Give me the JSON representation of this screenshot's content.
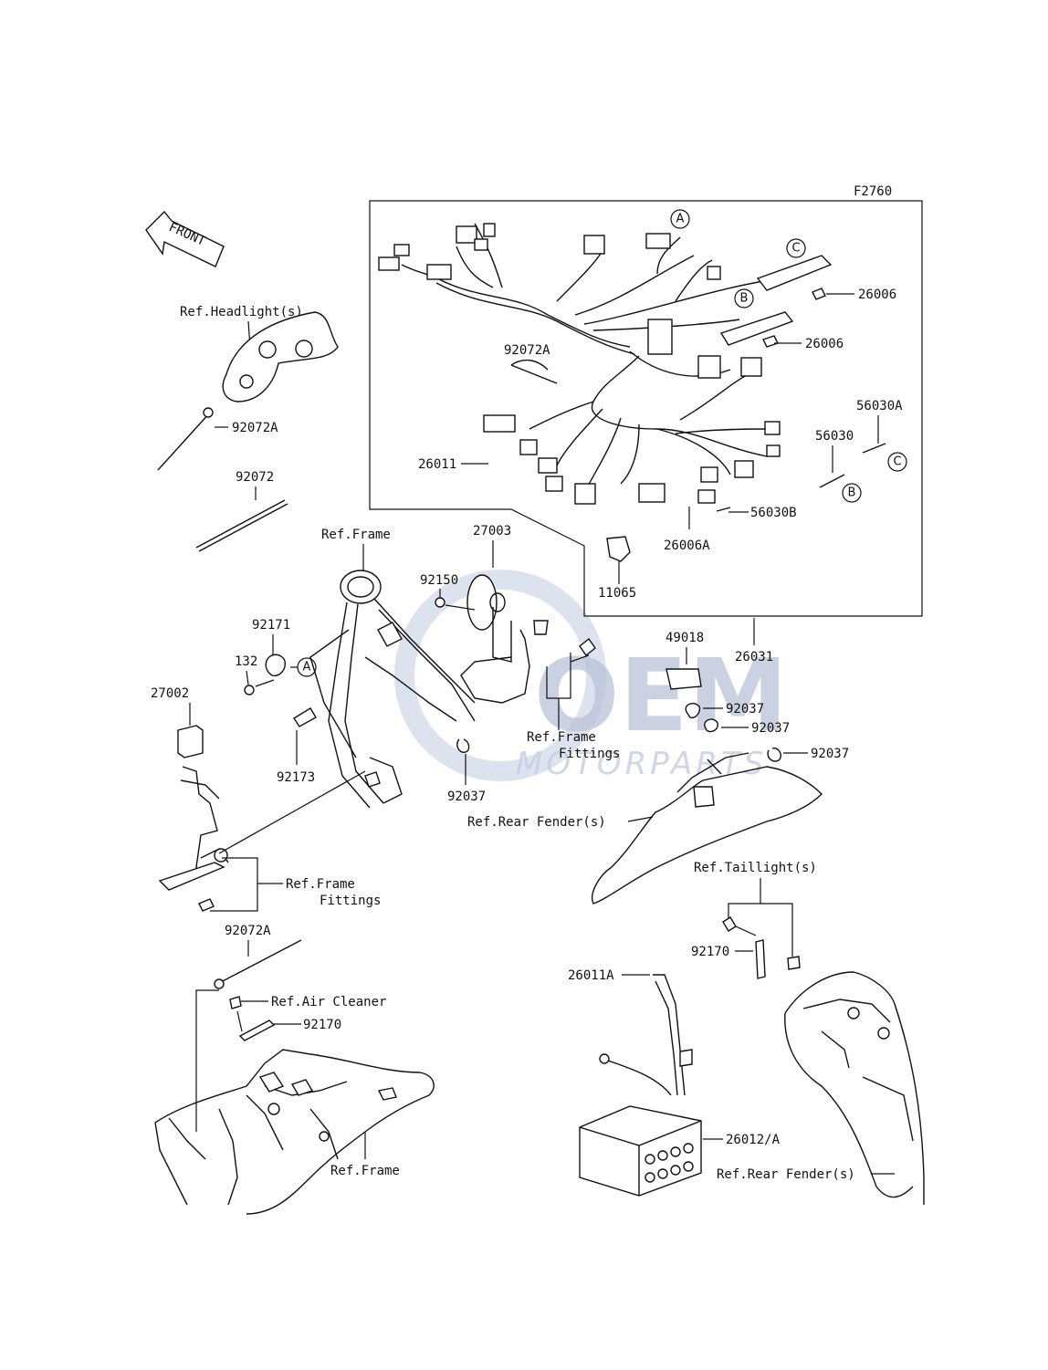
{
  "figure_code": "F2760",
  "front_arrow_label": "FRONT",
  "watermark": {
    "brand": "OEM",
    "sub": "MOTORPARTS"
  },
  "callout_letters": {
    "a": "A",
    "b": "B",
    "c": "C"
  },
  "parts": {
    "p26006": "26006",
    "p92072A": "92072A",
    "p26011": "26011",
    "p56030": "56030",
    "p56030A": "56030A",
    "p56030B": "56030B",
    "p26006A": "26006A",
    "p11065": "11065",
    "p26031": "26031",
    "p92072": "92072",
    "p27003": "27003",
    "p92150": "92150",
    "p92171": "92171",
    "p132": "132",
    "p27002": "27002",
    "p92173": "92173",
    "p92037": "92037",
    "p49018": "49018",
    "p92170": "92170",
    "p26011A": "26011A",
    "p26012A": "26012/A"
  },
  "refs": {
    "headlight": "Ref.Headlight(s)",
    "frame": "Ref.Frame",
    "frame_fittings_1": "Ref.Frame",
    "frame_fittings_2": "Fittings",
    "rear_fender": "Ref.Rear Fender(s)",
    "taillight": "Ref.Taillight(s)",
    "air_cleaner": "Ref.Air Cleaner"
  }
}
